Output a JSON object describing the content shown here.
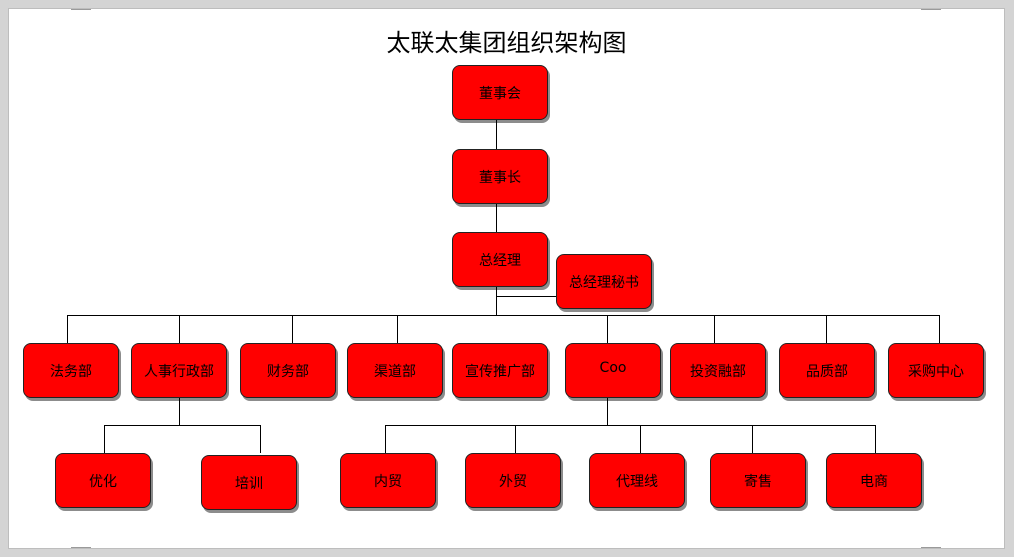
{
  "title": "太联太集团组织架构图",
  "colors": {
    "box_fill": "#ff0000",
    "line": "#000000",
    "background": "#ffffff"
  },
  "nodes": {
    "board": "董事会",
    "chairman": "董事长",
    "general_manager": "总经理",
    "gm_secretary": "总经理秘书",
    "legal": "法务部",
    "hr_admin": "人事行政部",
    "finance": "财务部",
    "channel": "渠道部",
    "promotion": "宣传推广部",
    "coo": "Coo",
    "investment": "投资融部",
    "quality": "品质部",
    "purchasing": "采购中心",
    "optimization": "优化",
    "training": "培训",
    "domestic_trade": "内贸",
    "foreign_trade": "外贸",
    "agent_line": "代理线",
    "consignment": "寄售",
    "ecommerce": "电商"
  }
}
